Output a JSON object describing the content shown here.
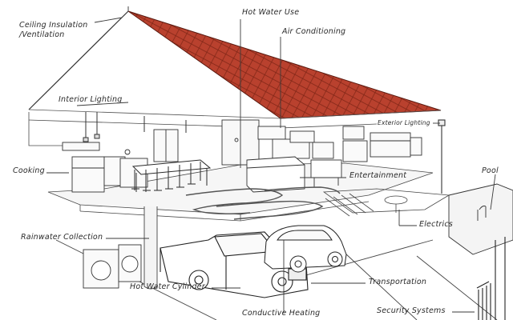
{
  "diagram": {
    "labels": {
      "ceiling_insulation": "Ceiling Insulation /Ventilation",
      "hot_water_use": "Hot Water Use",
      "air_conditioning": "Air Conditioning",
      "interior_lighting": "Interior Lighting",
      "exterior_lighting": "Exterior Lighting",
      "cooking": "Cooking",
      "entertainment": "Entertainment",
      "pool": "Pool",
      "rainwater_collection": "Rainwater Collection",
      "electrics": "Electrics",
      "hot_water_cylinder": "Hot Water Cylinder",
      "transportation": "Transportation",
      "conductive_heating": "Conductive Heating",
      "security_systems": "Security Systems"
    },
    "colors": {
      "roof": "#b9412e",
      "roof_tile_lines": "#7e2516",
      "line": "#3a3a3a",
      "label_text": "#2a2a2a"
    }
  }
}
